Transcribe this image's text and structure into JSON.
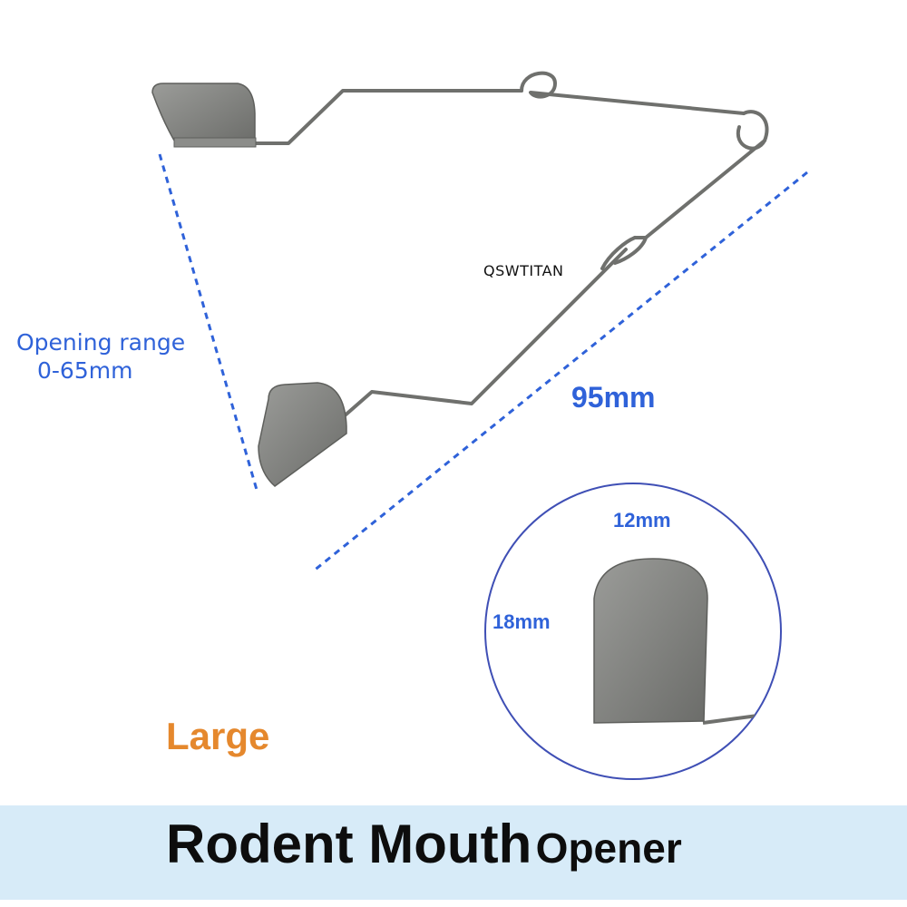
{
  "colors": {
    "measure_blue": "#2f62d9",
    "size_orange": "#e5882d",
    "banner_bg": "#d7ebf8",
    "metal": "#7a7b78"
  },
  "annotations": {
    "opening_range_line1": "Opening range",
    "opening_range_line2": "0-65mm",
    "length": "95mm",
    "brand": "QSWTITAN",
    "blade_width": "12mm",
    "blade_height": "18mm"
  },
  "size_label": "Large",
  "banner": {
    "title_part1": "Rodent Mouth",
    "title_part2": "Opener"
  }
}
